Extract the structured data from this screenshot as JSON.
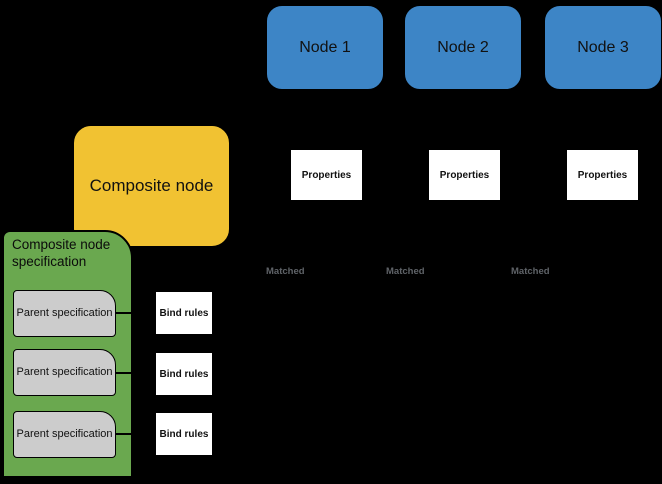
{
  "diagram": {
    "background_color": "#000000",
    "nodes": [
      {
        "label": "Node 1"
      },
      {
        "label": "Node 2"
      },
      {
        "label": "Node 3"
      }
    ],
    "node_color": "#3d85c6",
    "composite_node": {
      "label": "Composite node",
      "color": "#f1c232"
    },
    "spec_group": {
      "label": "Composite node specification",
      "color": "#6aa84f"
    },
    "parent_specs": [
      {
        "label": "Parent specification"
      },
      {
        "label": "Parent specification"
      },
      {
        "label": "Parent specification"
      }
    ],
    "parent_spec_color": "#cccccc",
    "bind_rules": [
      {
        "label": "Bind rules"
      },
      {
        "label": "Bind rules"
      },
      {
        "label": "Bind rules"
      }
    ],
    "properties": [
      {
        "label": "Properties"
      },
      {
        "label": "Properties"
      },
      {
        "label": "Properties"
      }
    ],
    "matched_labels": [
      {
        "label": "Matched"
      },
      {
        "label": "Matched"
      },
      {
        "label": "Matched"
      }
    ],
    "matched_text_color": "#5f6368"
  }
}
